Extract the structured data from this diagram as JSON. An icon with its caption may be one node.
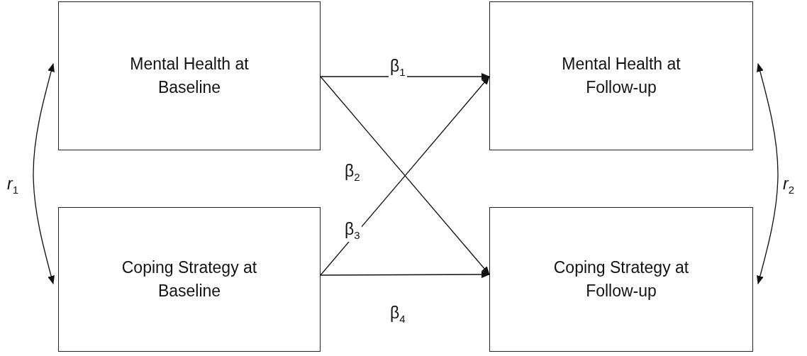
{
  "diagram": {
    "nodes": [
      {
        "text": [
          "Mental Health at Baseline"
        ]
      },
      {
        "text": [
          "Coping Strategy at Baseline"
        ]
      },
      {
        "text": [
          "Mental Health at Follow-up"
        ]
      },
      {
        "text": [
          "Coping Strategy at Follow-up"
        ]
      }
    ],
    "edges": [
      {
        "from": 0,
        "to": 2,
        "arrow": "to",
        "label": "β$_{1}$"
      },
      {
        "from": 0,
        "to": 3,
        "arrow": "to",
        "label": "β$_{2}$"
      },
      {
        "from": 1,
        "to": 2,
        "arrow": "to",
        "label": "β$_{3}$"
      },
      {
        "from": 1,
        "to": 3,
        "arrow": "to",
        "label": "β$_{4}$"
      },
      {
        "from": 0,
        "to": 1,
        "arrow": "both",
        "label": "*r*$_{1}$"
      },
      {
        "from": 2,
        "to": 3,
        "arrow": "both",
        "label": "*r*$_{2}$"
      }
    ]
  }
}
